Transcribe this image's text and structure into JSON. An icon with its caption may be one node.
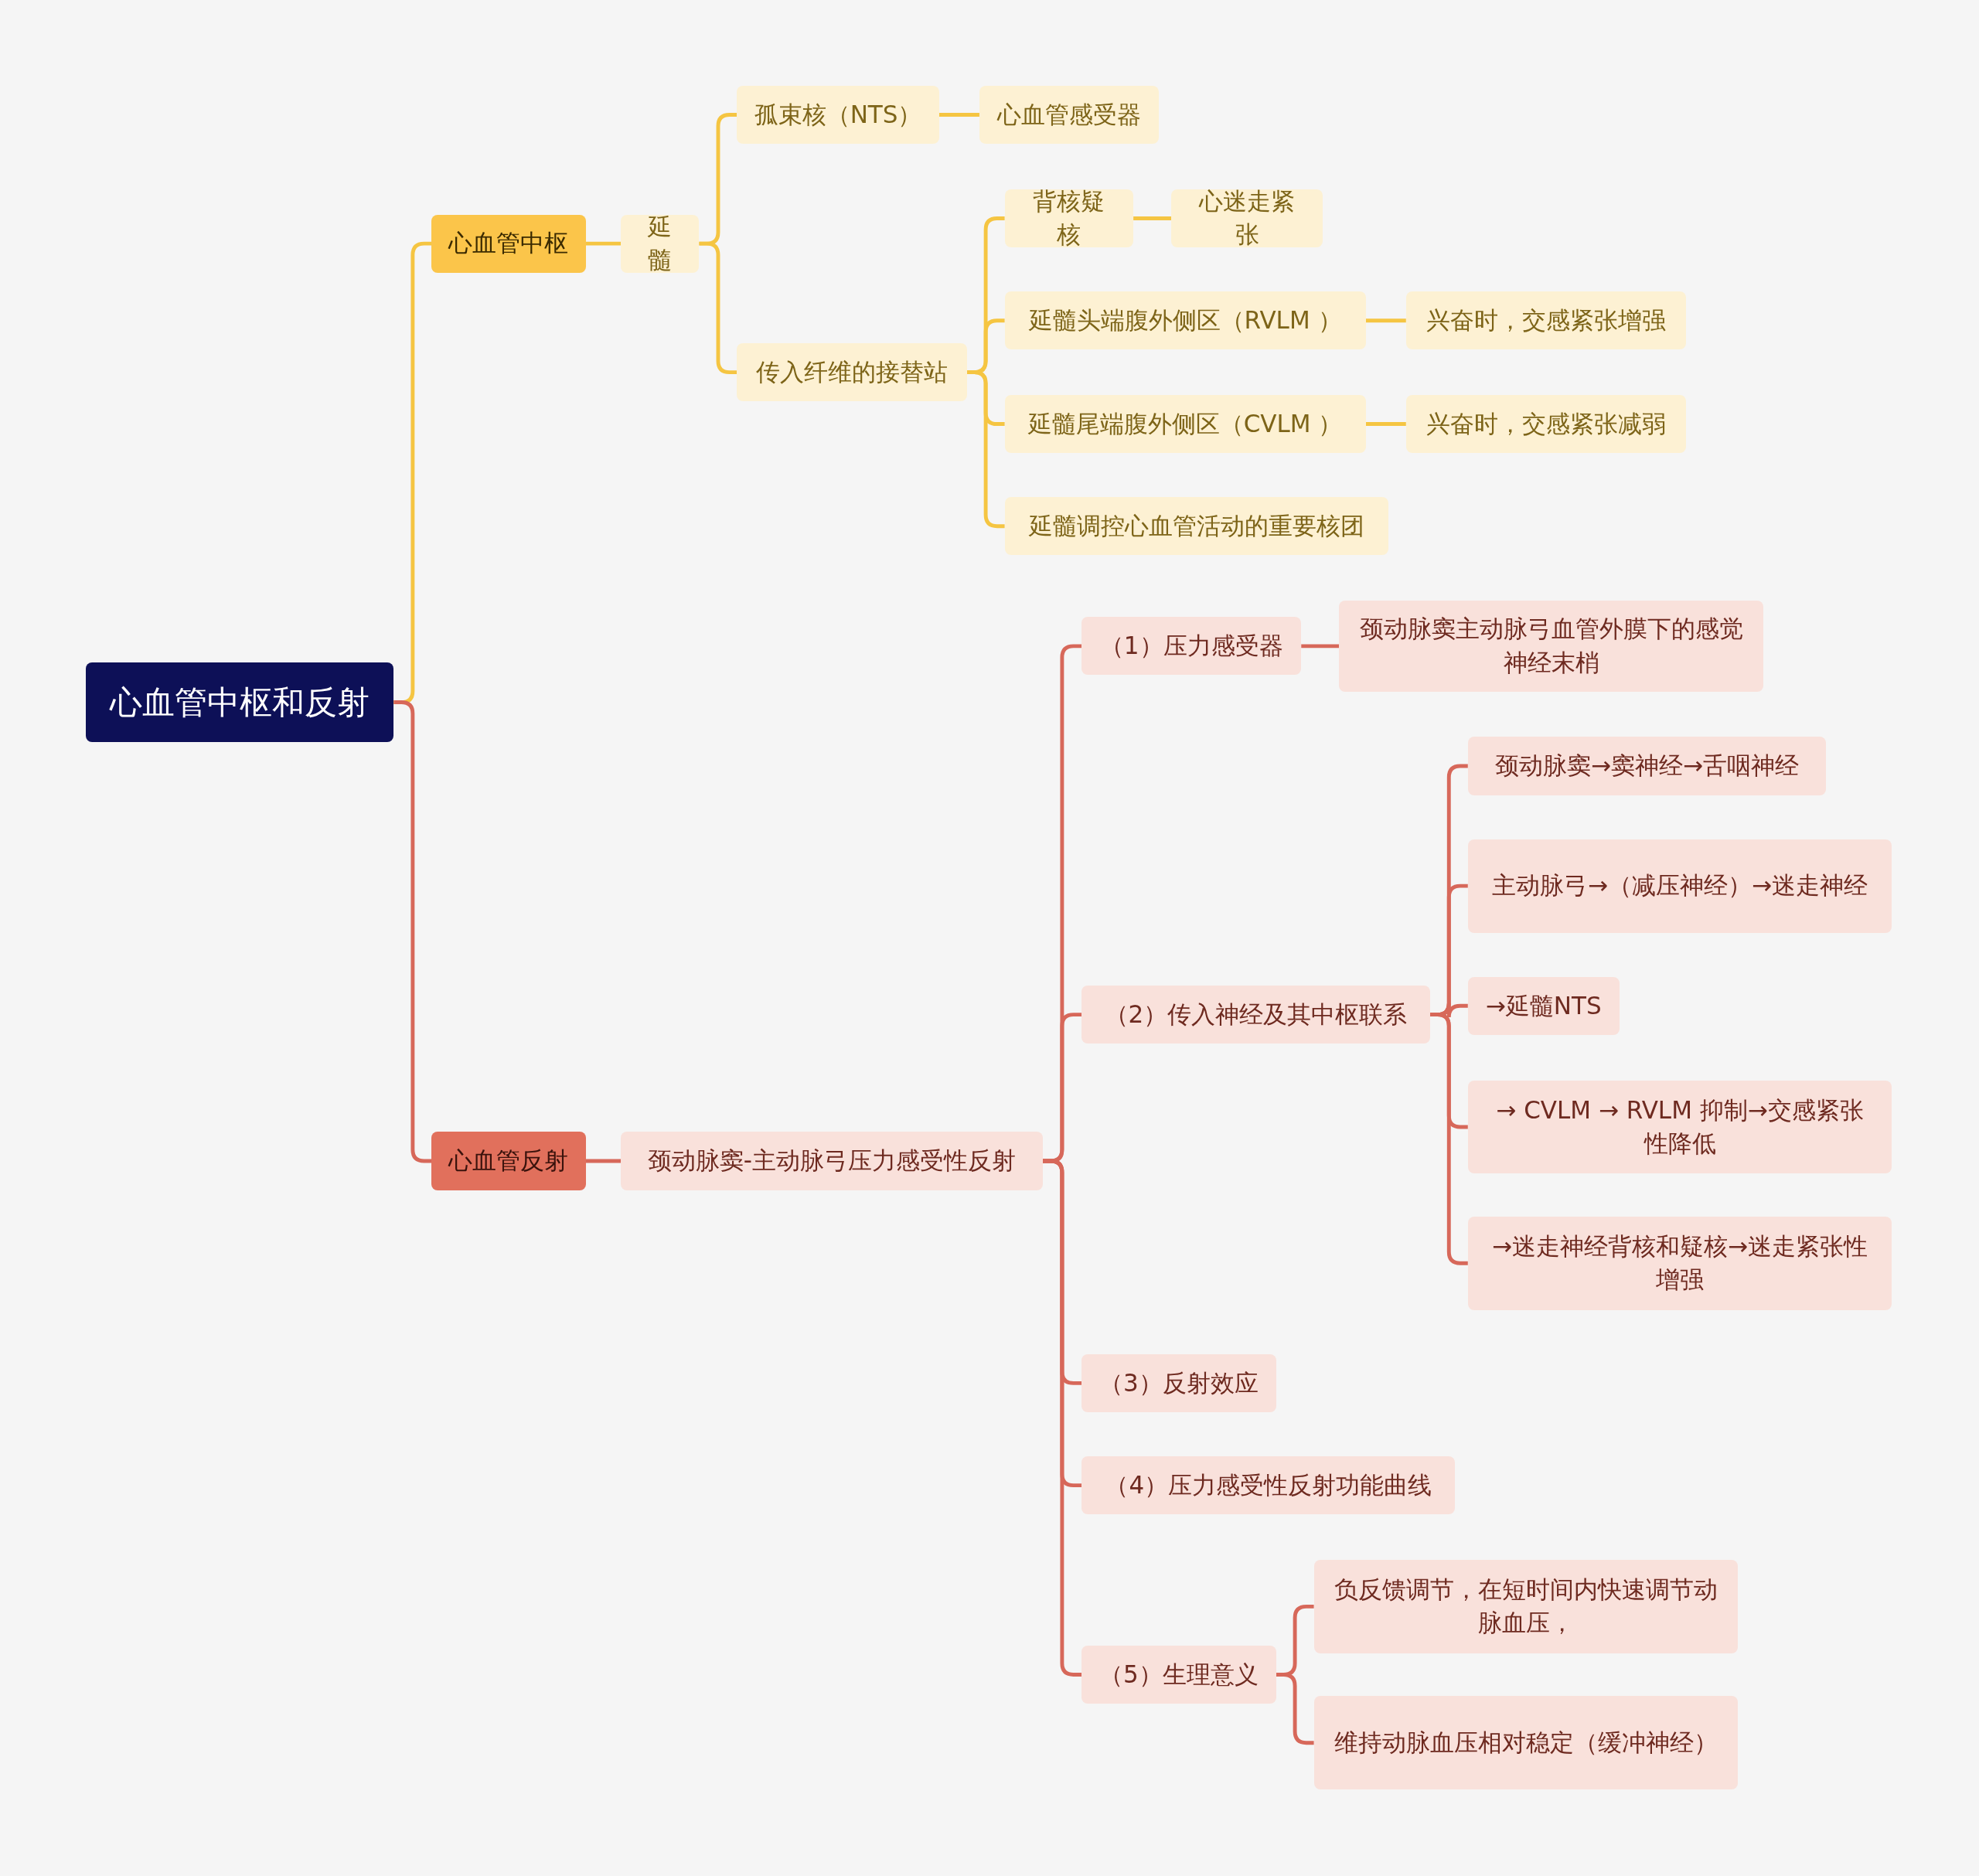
{
  "diagram": {
    "nodes": [
      {
        "text": [
          "心血管中枢和反射"
        ]
      },
      {
        "text": [
          "心血管中枢"
        ]
      },
      {
        "text": [
          "延髓"
        ]
      },
      {
        "text": [
          "孤束核（NTS）"
        ]
      },
      {
        "text": [
          "心血管感受器"
        ]
      },
      {
        "text": [
          "传入纤维的接替站"
        ]
      },
      {
        "text": [
          "背核疑核"
        ]
      },
      {
        "text": [
          "心迷走紧张"
        ]
      },
      {
        "text": [
          "延髓头端腹外侧区（RVLM ）"
        ]
      },
      {
        "text": [
          "兴奋时，交感紧张增强"
        ]
      },
      {
        "text": [
          "延髓尾端腹外侧区（CVLM ）"
        ]
      },
      {
        "text": [
          "兴奋时，交感紧张减弱"
        ]
      },
      {
        "text": [
          "延髓调控心血管活动的重要核团"
        ]
      },
      {
        "text": [
          "心血管反射"
        ]
      },
      {
        "text": [
          "颈动脉窦-主动脉弓压力感受性反射"
        ]
      },
      {
        "text": [
          "（1）压力感受器"
        ]
      },
      {
        "text": [
          "颈动脉窦主动脉弓血管外膜下的感觉神经末梢"
        ]
      },
      {
        "text": [
          "（2）传入神经及其中枢联系"
        ]
      },
      {
        "text": [
          "颈动脉窦→窦神经→舌咽神经"
        ]
      },
      {
        "text": [
          "主动脉弓→（减压神经）→迷走神经"
        ]
      },
      {
        "text": [
          "→延髓NTS"
        ]
      },
      {
        "text": [
          "→ CVLM → RVLM 抑制→交感紧张性降低"
        ]
      },
      {
        "text": [
          "→迷走神经背核和疑核→迷走紧张性增强"
        ]
      },
      {
        "text": [
          "（3）反射效应"
        ]
      },
      {
        "text": [
          "（4）压力感受性反射功能曲线"
        ]
      },
      {
        "text": [
          "（5）生理意义"
        ]
      },
      {
        "text": [
          "负反馈调节，在短时间内快速调节动脉血压，"
        ]
      },
      {
        "text": [
          "维持动脉血压相对稳定（缓冲神经）"
        ]
      }
    ],
    "edges": [
      {
        "from": 0,
        "to": 1,
        "arrow": "none",
        "color": "#f5c542"
      },
      {
        "from": 0,
        "to": 13,
        "arrow": "none"
      },
      {
        "from": 1,
        "to": 2,
        "arrow": "none",
        "color": "#f5c542"
      },
      {
        "from": 2,
        "to": 3,
        "arrow": "none",
        "color": "#f5c542"
      },
      {
        "from": 2,
        "to": 5,
        "arrow": "none",
        "color": "#f5c542"
      },
      {
        "from": 3,
        "to": 4,
        "arrow": "none",
        "color": "#f5c542"
      },
      {
        "from": 5,
        "to": 6,
        "arrow": "none",
        "color": "#f5c542"
      },
      {
        "from": 5,
        "to": 8,
        "arrow": "none",
        "color": "#f5c542"
      },
      {
        "from": 5,
        "to": 10,
        "arrow": "none",
        "color": "#f5c542"
      },
      {
        "from": 5,
        "to": 12,
        "arrow": "none",
        "color": "#f5c542"
      },
      {
        "from": 6,
        "to": 7,
        "arrow": "none",
        "color": "#f5c542"
      },
      {
        "from": 8,
        "to": 9,
        "arrow": "none",
        "color": "#f5c542"
      },
      {
        "from": 10,
        "to": 11,
        "arrow": "none",
        "color": "#f5c542"
      },
      {
        "from": 13,
        "to": 14,
        "arrow": "none"
      },
      {
        "from": 14,
        "to": 15,
        "arrow": "none"
      },
      {
        "from": 14,
        "to": 17,
        "arrow": "none"
      },
      {
        "from": 14,
        "to": 23,
        "arrow": "none"
      },
      {
        "from": 14,
        "to": 24,
        "arrow": "none"
      },
      {
        "from": 14,
        "to": 25,
        "arrow": "none"
      },
      {
        "from": 15,
        "to": 16,
        "arrow": "none"
      },
      {
        "from": 17,
        "to": 18,
        "arrow": "none"
      },
      {
        "from": 17,
        "to": 19,
        "arrow": "none"
      },
      {
        "from": 17,
        "to": 20,
        "arrow": "none"
      },
      {
        "from": 17,
        "to": 21,
        "arrow": "none"
      },
      {
        "from": 17,
        "to": 22,
        "arrow": "none"
      },
      {
        "from": 25,
        "to": 26,
        "arrow": "none"
      },
      {
        "from": 25,
        "to": 27,
        "arrow": "none"
      }
    ]
  }
}
